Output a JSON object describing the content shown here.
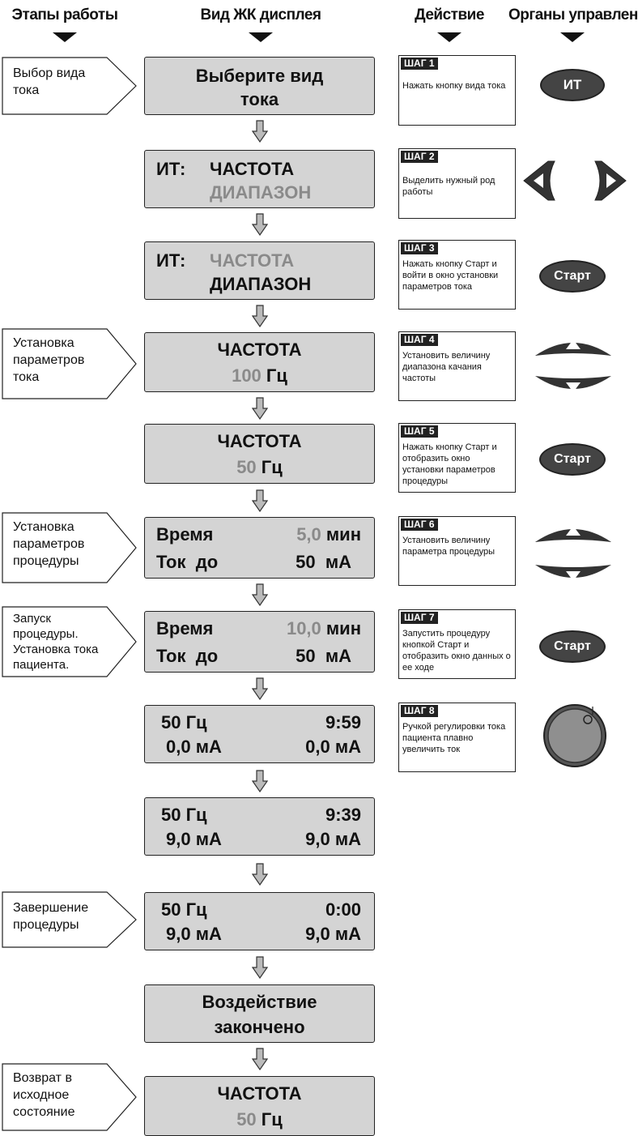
{
  "headers": {
    "stages": "Этапы работы",
    "display": "Вид ЖК дисплея",
    "action": "Действие",
    "controls": "Органы управления"
  },
  "stages": [
    {
      "text": "Выбор вида\nтока"
    },
    {
      "text": "Установка\nпараметров\nтока"
    },
    {
      "text": "Установка\nпараметров\nпроцедуры"
    },
    {
      "text": "Запуск\nпроцедуры.\nУстановка тока\nпациента."
    },
    {
      "text": "Завершение\nпроцедуры"
    },
    {
      "text": "Возврат в\nисходное\nсостояние"
    }
  ],
  "displays": {
    "d1": {
      "line1": "Выберите вид",
      "line2": "тока"
    },
    "d2": {
      "prefix": "ИТ:",
      "opt1": "ЧАСТОТА",
      "opt2": "ДИАПАЗОН"
    },
    "d3": {
      "prefix": "ИТ:",
      "opt1": "ЧАСТОТА",
      "opt2": "ДИАПАЗОН"
    },
    "d4": {
      "title": "ЧАСТОТА",
      "value": "100",
      "unit": "Гц"
    },
    "d5": {
      "title": "ЧАСТОТА",
      "value": "50",
      "unit": "Гц"
    },
    "d6": {
      "l1": "Время",
      "v1": "5,0",
      "u1": "мин",
      "l2": "Ток  до",
      "v2": "50",
      "u2": "мА"
    },
    "d7": {
      "l1": "Время",
      "v1": "10,0",
      "u1": "мин",
      "l2": "Ток  до",
      "v2": "50",
      "u2": "мА"
    },
    "d8": {
      "tl": "50 Гц",
      "tr": "9:59",
      "bl": "0,0 мА",
      "br": "0,0 мА"
    },
    "d9": {
      "tl": "50 Гц",
      "tr": "9:39",
      "bl": "9,0 мА",
      "br": "9,0 мА"
    },
    "d10": {
      "tl": "50 Гц",
      "tr": "0:00",
      "bl": "9,0 мА",
      "br": "9,0 мА"
    },
    "d11": {
      "line1": "Воздействие",
      "line2": "закончено"
    },
    "d12": {
      "title": "ЧАСТОТА",
      "value": "50",
      "unit": "Гц"
    }
  },
  "steps": [
    {
      "tag": "ШАГ 1",
      "desc": "Нажать кнопку вида тока"
    },
    {
      "tag": "ШАГ 2",
      "desc": "Выделить нужный род работы"
    },
    {
      "tag": "ШАГ 3",
      "desc": "Нажать кнопку Старт и войти в окно установки параметров тока"
    },
    {
      "tag": "ШАГ 4",
      "desc": "Установить величину диапазона качания частоты"
    },
    {
      "tag": "ШАГ 5",
      "desc": "Нажать кнопку Старт и отобразить окно установки параметров процедуры"
    },
    {
      "tag": "ШАГ 6",
      "desc": "Установить величину параметра процедуры"
    },
    {
      "tag": "ШАГ 7",
      "desc": "Запустить процедуру кнопкой Старт и отобразить  окно данных о ее ходе"
    },
    {
      "tag": "ШАГ 8",
      "desc": "Ручкой регулировки тока пациента плавно увеличить ток"
    }
  ],
  "controls": {
    "it_button": "ИТ",
    "start_button": "Старт",
    "colors": {
      "lcd_bg": "#d4d4d4",
      "button": "#444444",
      "highlight_gray": "#8a8a8a"
    },
    "icons": [
      "left-arrow-icon",
      "right-arrow-icon",
      "up-arrow-icon",
      "down-arrow-icon",
      "knob-icon"
    ]
  }
}
